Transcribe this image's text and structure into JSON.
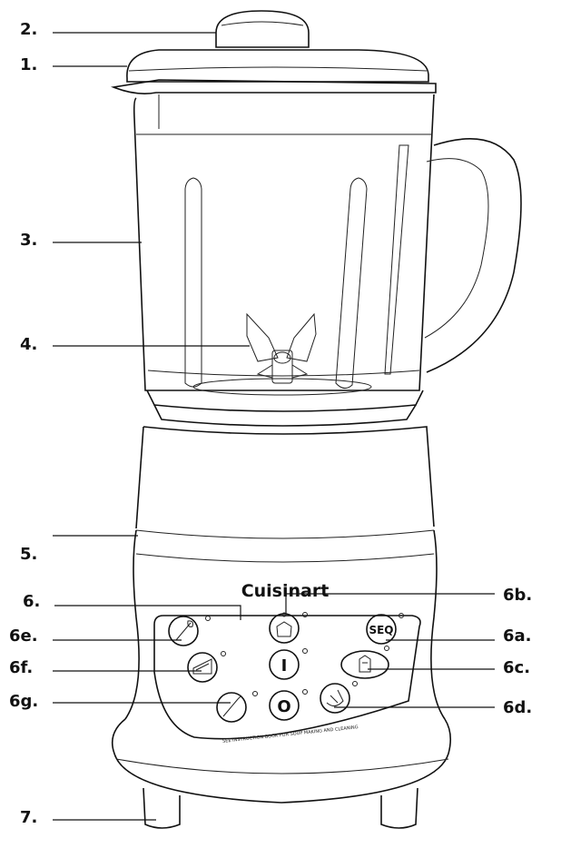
{
  "brand": "Cuisinart",
  "buttons": {
    "seq": "SEQ",
    "on": "I",
    "off": "O"
  },
  "fine_print": "SEE INSTRUCTION BOOK FOR SOUP MAKING AND CLEANING",
  "callouts": [
    {
      "label": "2.",
      "part": "lid-cap"
    },
    {
      "label": "1.",
      "part": "lid"
    },
    {
      "label": "3.",
      "part": "jar"
    },
    {
      "label": "4.",
      "part": "blade-assembly"
    },
    {
      "label": "5.",
      "part": "motor-base"
    },
    {
      "label": "6.",
      "part": "control-panel"
    },
    {
      "label": "6b.",
      "part": "ice-crush-button"
    },
    {
      "label": "6e.",
      "part": "stir-button"
    },
    {
      "label": "6a.",
      "part": "seq-button"
    },
    {
      "label": "6f.",
      "part": "heat-button"
    },
    {
      "label": "6c.",
      "part": "chop-button"
    },
    {
      "label": "6g.",
      "part": "blend-button"
    },
    {
      "label": "6d.",
      "part": "puree-button"
    },
    {
      "label": "7.",
      "part": "feet"
    }
  ]
}
